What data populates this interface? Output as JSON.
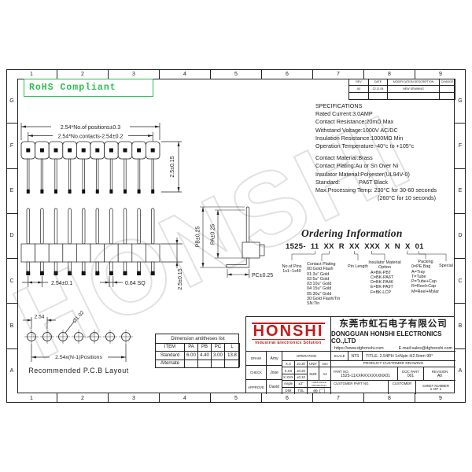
{
  "sheet": {
    "rohs": "RoHS Compliant",
    "watermark": "HONSHI",
    "grid_cols": [
      "1",
      "2",
      "3",
      "4",
      "5",
      "6",
      "7",
      "8",
      "9"
    ],
    "grid_rows": [
      "G",
      "F",
      "E",
      "D",
      "C",
      "B",
      "A"
    ]
  },
  "revision_table": {
    "headers": [
      "REV",
      "DATE",
      "MODIFICATION DESCRIPTION",
      "CHANGE"
    ],
    "row": {
      "rev": "A0",
      "date": "22.11.08",
      "desc": "NEW DRAWING",
      "change": ""
    }
  },
  "specifications": {
    "title": "SPECIFICATIONS",
    "lines": [
      "Rated Current:3.0AMP",
      "Contact Resistance:20mΩ Max",
      "Withstand Voltage:1000V AC/DC",
      "Insulation Resistance:1000MΩ Min",
      "Operation Temperature:-40°c to +105°c"
    ],
    "material_lines": [
      "Contact Material:Brass",
      "Contact Plating:Au or Sn Over Ni",
      "Insulator Material:Polyester(UL94V-0)",
      "Standard:            PA6T Black",
      "Max.Processing Temp: 230°C for 30-60 seconds",
      "(260°C for 10 seconds)"
    ]
  },
  "ordering": {
    "title": "Ordering Information",
    "code_segments": [
      "1525-",
      "11",
      "XX",
      "R",
      "XX",
      "XXX",
      "X",
      "N",
      "X",
      "01"
    ],
    "pins": {
      "label": "No.of Pins",
      "range": "1x1~1x40"
    },
    "plating": {
      "label": "Contact Plating",
      "options": [
        "00:Gold Flash",
        "01:3u\" Gold",
        "02:5u\" Gold",
        "03:10u\" Gold",
        "04:15u\" Gold",
        "05:30u\" Gold",
        "30:Gold Flash/Tin",
        "SN:Tin"
      ]
    },
    "pin_length": {
      "label": "Pin Length"
    },
    "insulator": {
      "label": "Insulator Material",
      "label2": "Option",
      "options": [
        "A=BK-PBT",
        "C=BK-PA6T",
        "D=BK-PA46",
        "E=BK-PA9T",
        "F=BK-LCP"
      ]
    },
    "packing": {
      "label": "Packing",
      "options": [
        "0=PE Bag",
        "A=Tray",
        "T=Tube",
        "P=Tube+Cap",
        "R=Reel+Cap",
        "M=Reel+Mylar"
      ]
    },
    "special": {
      "label": "Special"
    }
  },
  "views": {
    "top": {
      "dim_positions": "2.54*No.of positions±0.3",
      "dim_contacts": "2.54*No.contacts-2.54±0.2",
      "dim_height": "2.5±0.15"
    },
    "side": {
      "dim_pitch": "2.54±0.1",
      "dim_square": "0.64  SQ",
      "dim_height": "2.5±0.15"
    },
    "bent": {
      "dim_pb": "PB±0.25",
      "dim_pa": "PA±0.25",
      "dim_pc": "PC±0.25"
    },
    "pcb": {
      "dim_pitch": "2.54",
      "dim_hole": "Ø1.02",
      "dim_span": "2.54x(N-1)Positions",
      "caption": "Recommended P.C.B Layout"
    }
  },
  "dim_table": {
    "title": "Dimension antitheses list",
    "headers": [
      "ITEM",
      "PA",
      "PB",
      "PC",
      "L"
    ],
    "rows": [
      [
        "Standard",
        "6.00",
        "4.40",
        "3.00",
        "13.8"
      ],
      [
        "Alternate",
        "",
        "",
        "",
        ""
      ]
    ]
  },
  "title_block": {
    "logo": "HONSHI",
    "tagline": "Industrial Electronics Solution",
    "company_cn": "东莞市虹石电子有限公司",
    "company_en": "DONGGUAN HONSHI ELECTRONICS CO.,LTD",
    "website": "https://www.dghonshi.com",
    "email": "E-mail:sales@dghonshi.com",
    "draw_label": "DRAW",
    "draw_name": "Amy",
    "check_label": "CHECK",
    "check_name": "Jose",
    "approve_label": "APPROVE",
    "approve_name": "David",
    "operation_label": "OPERATION",
    "tolerances": [
      {
        "dim": "X.X",
        "tol": "±0.30"
      },
      {
        "dim": "X.XX",
        "tol": "±0.20"
      },
      {
        "dim": "X.XXX",
        "tol": "±0.10"
      },
      {
        "dim": "Angle",
        "tol": "±3°"
      },
      {
        "dim": "DIM",
        "tol": "TOL"
      }
    ],
    "unit_label": "UNIT",
    "unit": "mm",
    "size_label": "SIZE",
    "size": "A4",
    "scale_label": "SCALE",
    "scale": "NTS",
    "projection_label": "THIRD ANGLE PROJECTION",
    "title": "TITLE: 2.54PH 1xNpin H2.5mm 90°",
    "product": "PRODUCT CUSTOMER DRAWING",
    "part_no_label": "PART NO.",
    "part_no": "1525-11XXRXXXXXXNX01",
    "doc_part_label": "DOC PART",
    "doc_part": "001",
    "revision_label": "REVISION",
    "revision": "A0",
    "customer_part_label": "CUSTOMER PART NO.",
    "customer_label": "CUSTOMER",
    "sheet_label": "SHEET NUMBER",
    "sheet": "1 OF 1"
  }
}
